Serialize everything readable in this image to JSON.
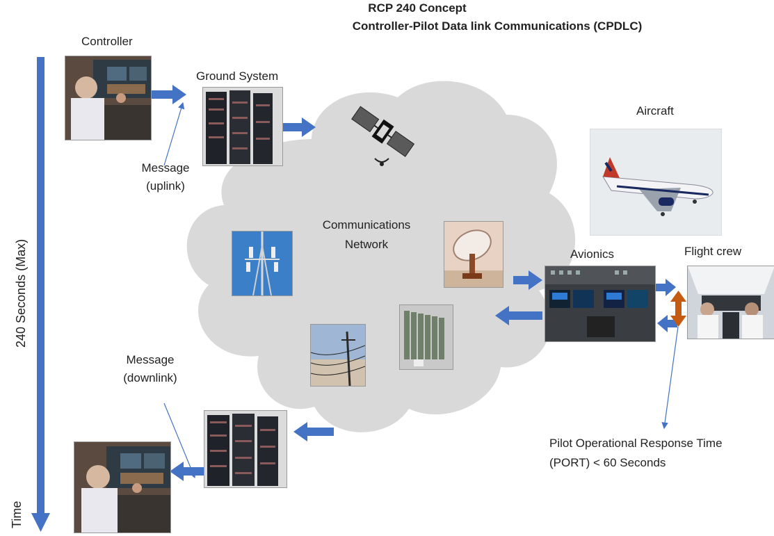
{
  "title": {
    "line1": "RCP 240 Concept",
    "line2": "Controller-Pilot Data link Communications (CPDLC)"
  },
  "axis": {
    "span_label": "240 Seconds (Max)",
    "time_label": "Time"
  },
  "labels": {
    "controller": "Controller",
    "ground_system": "Ground System",
    "message_uplink_1": "Message",
    "message_uplink_2": "(uplink)",
    "communications_1": "Communications",
    "communications_2": "Network",
    "aircraft": "Aircraft",
    "avionics": "Avionics",
    "flight_crew": "Flight crew",
    "message_downlink_1": "Message",
    "message_downlink_2": "(downlink)",
    "port_1": "Pilot Operational Response Time",
    "port_2": "(PORT) < 60 Seconds"
  },
  "colors": {
    "arrow_blue": "#4472c4",
    "double_arrow_orange": "#c55a11",
    "cloud_fill": "#d9d9d9",
    "text": "#222222"
  },
  "icons": {
    "controller_top": "controller-workstation-photo",
    "ground_system_top": "server-rack-photo",
    "satellite": "satellite-icon",
    "cell_tower": "cell-tower-photo",
    "radar_dish": "radar-dish-photo",
    "power_lines": "power-lines-photo",
    "data_center": "data-center-photo",
    "aircraft": "airliner-photo",
    "avionics": "cockpit-avionics-photo",
    "flight_crew": "flight-crew-photo",
    "ground_system_bottom": "server-rack-photo",
    "controller_bottom": "controller-workstation-photo"
  }
}
